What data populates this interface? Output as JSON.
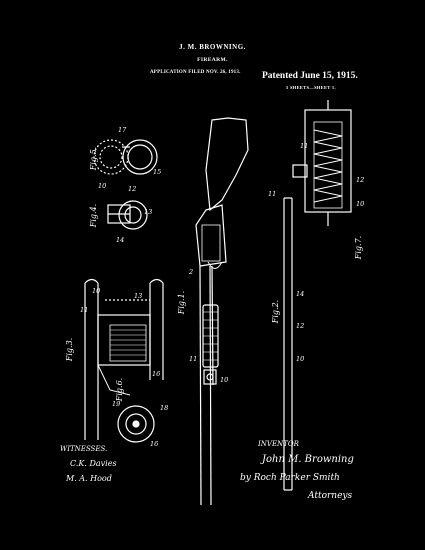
{
  "header": {
    "name": "J. M. BROWNING.",
    "title": "FIREARM.",
    "filed": "APPLICATION FILED NOV. 26, 1913.",
    "patented": "Patented June 15, 1915.",
    "sheets": "5 SHEETS—SHEET 1."
  },
  "figures": {
    "fig1": "Fig.1.",
    "fig2": "Fig.2.",
    "fig3": "Fig.3.",
    "fig4": "Fig.4.",
    "fig5": "Fig.5.",
    "fig6": "Fig.6.",
    "fig7": "Fig.7."
  },
  "witnesses": {
    "label": "WITNESSES.",
    "sig1": "C.K. Davies",
    "sig2": "M. A. Hood"
  },
  "inventor": {
    "label": "INVENTOR",
    "sig": "John M. Browning",
    "attorney_line": "by Roch Parker Smith",
    "attorneys_label": "Attorneys"
  },
  "numbers": {
    "n10": "10",
    "n11": "11",
    "n12": "12",
    "n13": "13",
    "n14": "14",
    "n15": "15",
    "n16": "16",
    "n17": "17",
    "n18": "18",
    "n19": "19",
    "n2": "2"
  }
}
